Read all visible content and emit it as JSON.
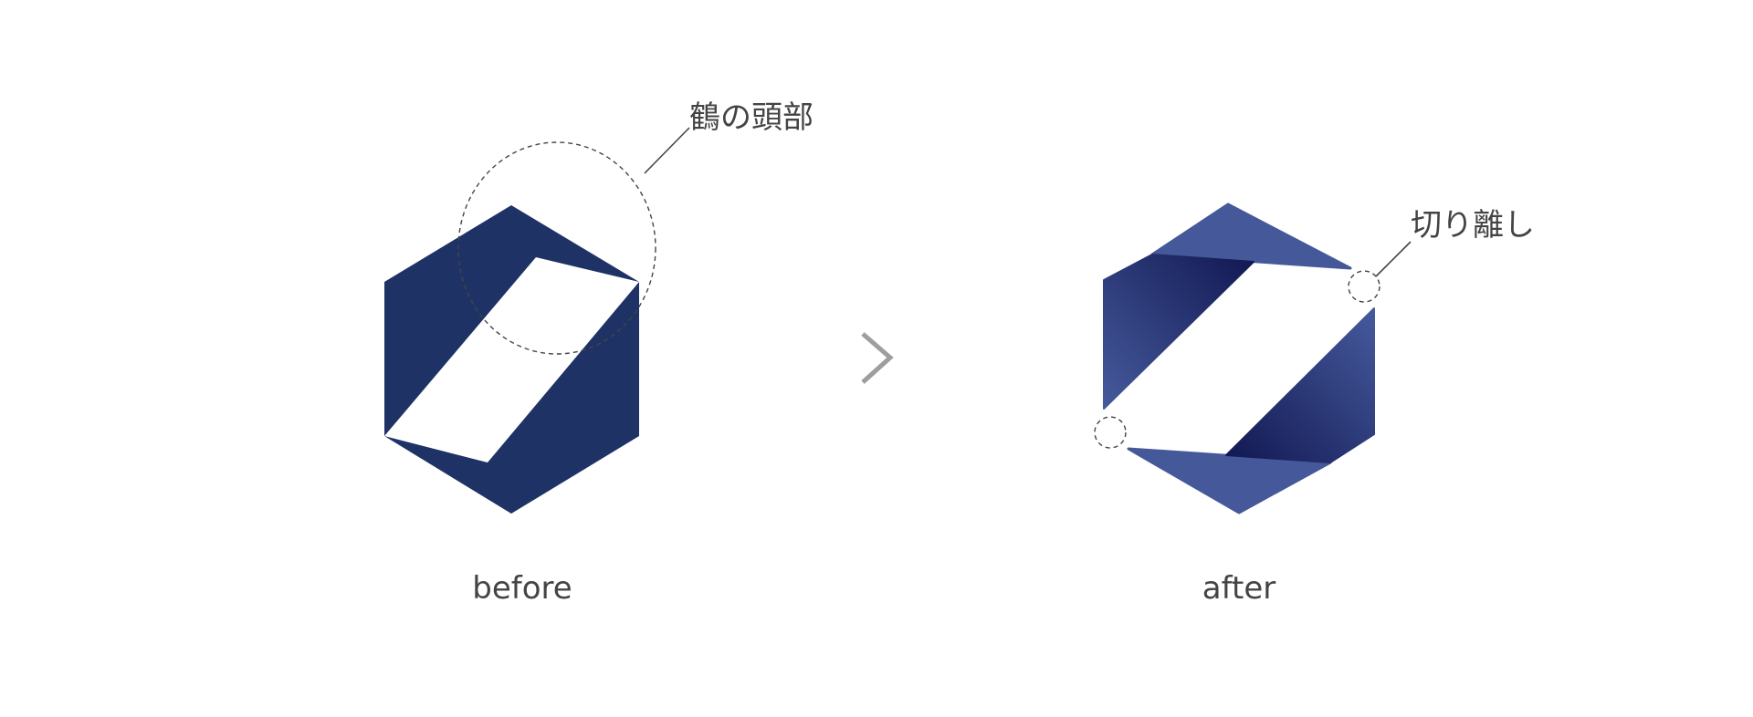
{
  "before": {
    "caption": "before",
    "annotation": "鶴の頭部"
  },
  "after": {
    "caption": "after",
    "annotation": "切り離し"
  },
  "colors": {
    "before_fill": "#1e3266",
    "after_light": "#44589a",
    "after_dark": "#121a55",
    "arrow": "#9e9e9e",
    "text": "#444444"
  },
  "icons": {
    "arrow": "chevron-right-icon"
  }
}
